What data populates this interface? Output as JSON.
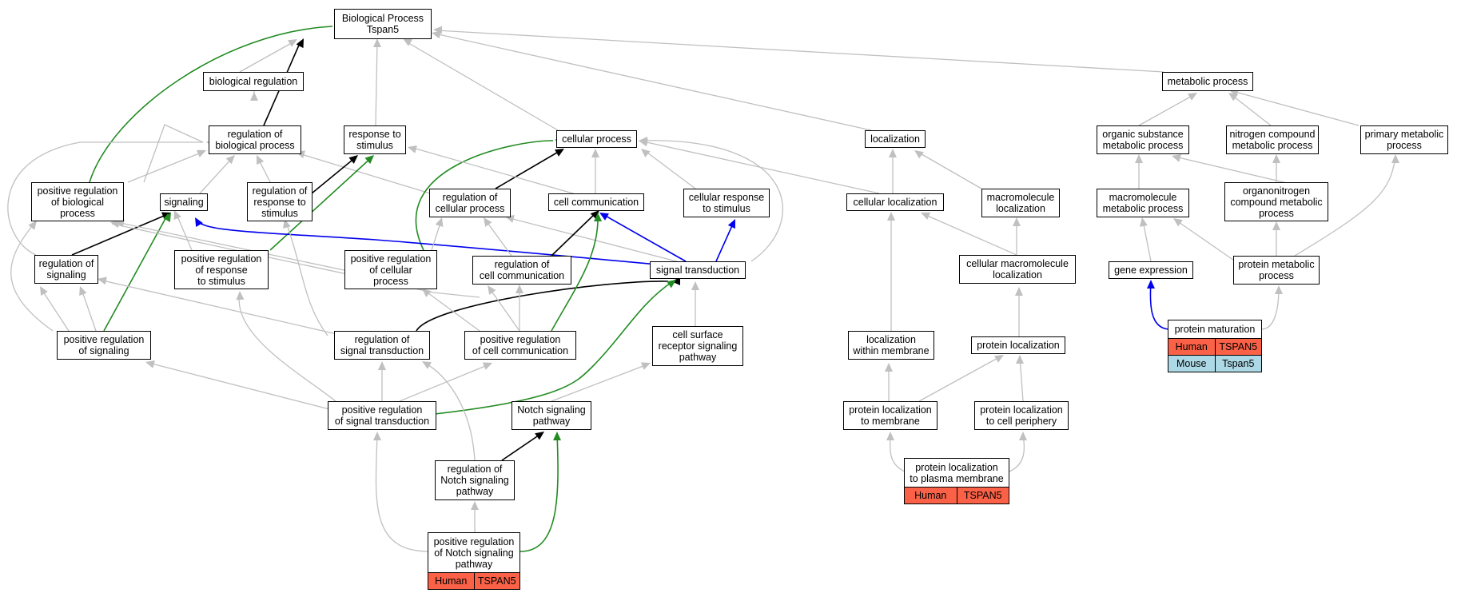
{
  "colors": {
    "edge_default": "#c0c0c0",
    "edge_black": "#000000",
    "edge_green": "#228b22",
    "edge_blue": "#0000ee",
    "human": "#fa6147",
    "mouse": "#add8e6"
  },
  "nodes": {
    "bp": "Biological Process\nTspan5",
    "biological_regulation": "biological regulation",
    "metabolic_process": "metabolic process",
    "regulation_of_biological_process": "regulation of\nbiological process",
    "response_to_stimulus": "response to\nstimulus",
    "cellular_process": "cellular process",
    "localization": "localization",
    "organic_substance_metabolic_process": "organic substance\nmetabolic process",
    "nitrogen_compound_metabolic_process": "nitrogen compound\nmetabolic process",
    "primary_metabolic_process": "primary metabolic\nprocess",
    "positive_regulation_of_biological_process": "positive regulation\nof biological\nprocess",
    "signaling": "signaling",
    "regulation_of_response_to_stimulus": "regulation of\nresponse to\nstimulus",
    "regulation_of_cellular_process": "regulation of\ncellular process",
    "cell_communication": "cell communication",
    "cellular_response_to_stimulus": "cellular response\nto stimulus",
    "cellular_localization": "cellular localization",
    "macromolecule_localization": "macromolecule\nlocalization",
    "macromolecule_metabolic_process": "macromolecule\nmetabolic process",
    "organonitrogen_compound_metabolic_process": "organonitrogen\ncompound metabolic\nprocess",
    "regulation_of_signaling": "regulation of\nsignaling",
    "positive_regulation_of_response_to_stimulus": "positive regulation\nof response\nto stimulus",
    "positive_regulation_of_cellular_process": "positive regulation\nof cellular\nprocess",
    "regulation_of_cell_communication": "regulation of\ncell communication",
    "signal_transduction": "signal transduction",
    "cellular_macromolecule_localization": "cellular macromolecule\nlocalization",
    "gene_expression": "gene expression",
    "protein_metabolic_process": "protein metabolic\nprocess",
    "positive_regulation_of_signaling": "positive regulation\nof signaling",
    "regulation_of_signal_transduction": "regulation of\nsignal transduction",
    "positive_regulation_of_cell_communication": "positive regulation\nof cell communication",
    "cell_surface_receptor_signaling_pathway": "cell surface\nreceptor signaling\npathway",
    "localization_within_membrane": "localization\nwithin membrane",
    "protein_localization": "protein localization",
    "positive_regulation_of_signal_transduction": "positive regulation\nof signal transduction",
    "notch_signaling_pathway": "Notch signaling\npathway",
    "protein_localization_to_membrane": "protein localization\nto membrane",
    "protein_localization_to_cell_periphery": "protein localization\nto cell periphery",
    "regulation_of_notch_signaling_pathway": "regulation of\nNotch signaling\npathway"
  },
  "leaves": {
    "positive_regulation_of_notch": {
      "title": "positive regulation\nof Notch signaling\npathway",
      "rows": [
        [
          "Human",
          "TSPAN5"
        ]
      ]
    },
    "protein_localization_to_plasma_membrane": {
      "title": "protein localization\nto plasma membrane",
      "rows": [
        [
          "Human",
          "TSPAN5"
        ]
      ]
    },
    "protein_maturation": {
      "title": "protein maturation",
      "rows": [
        [
          "Human",
          "TSPAN5"
        ],
        [
          "Mouse",
          "Tspan5"
        ]
      ]
    }
  }
}
